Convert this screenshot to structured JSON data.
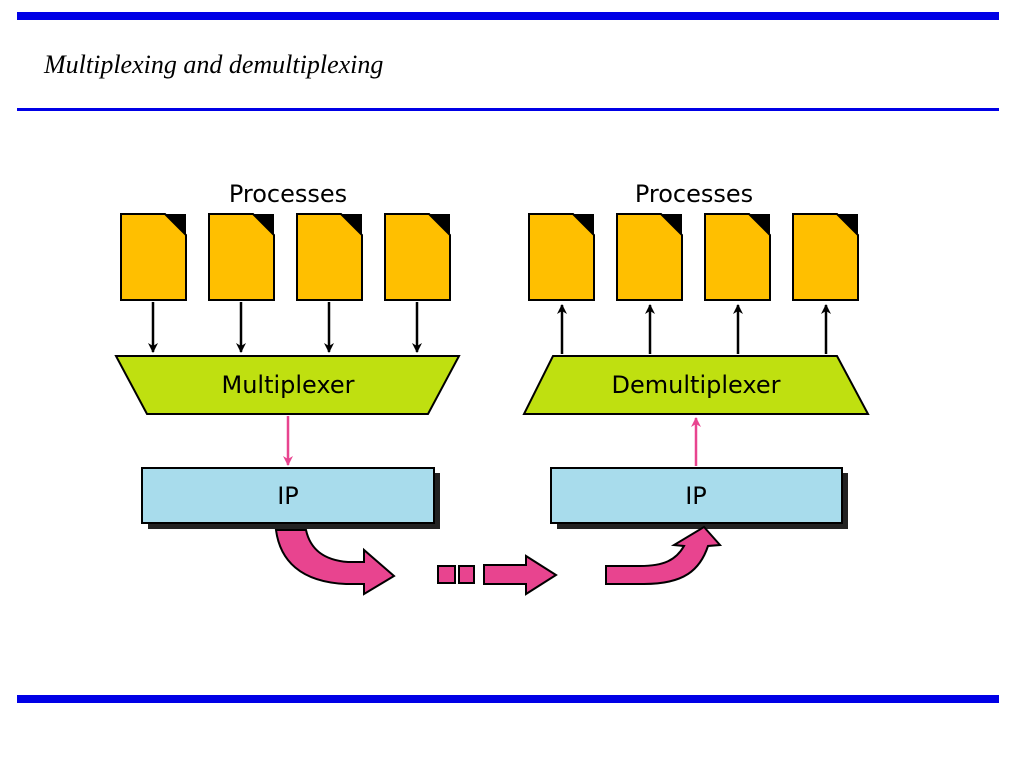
{
  "slide": {
    "title": "Multiplexing and demultiplexing"
  },
  "sender": {
    "processes_label": "Processes",
    "process_count": 4,
    "mux_label": "Multiplexer",
    "ip_label": "IP"
  },
  "receiver": {
    "processes_label": "Processes",
    "process_count": 4,
    "demux_label": "Demultiplexer",
    "ip_label": "IP"
  },
  "colors": {
    "rule": "#0000e6",
    "process": "#ffbf00",
    "mux": "#bfe010",
    "ip": "#a8dcec",
    "flow_arrow": "#e8448f"
  },
  "icons": {
    "process": "document-icon",
    "transport": "curved-arrow-icon"
  }
}
